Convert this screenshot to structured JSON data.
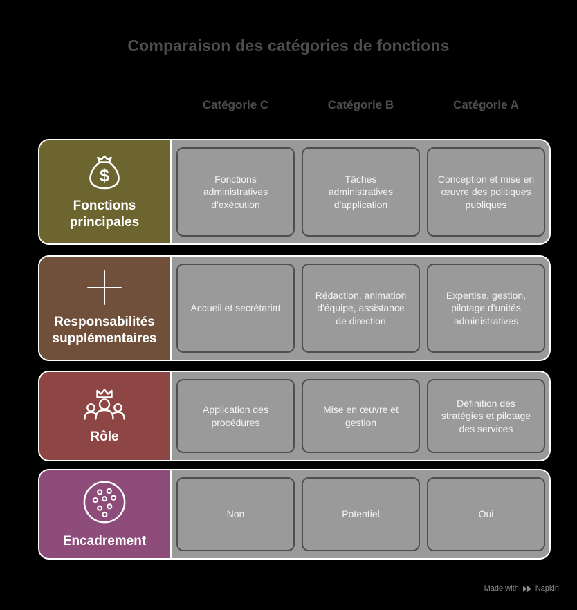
{
  "title": "Comparaison des catégories de fonctions",
  "columns": [
    "Catégorie C",
    "Catégorie B",
    "Catégorie A"
  ],
  "rows": [
    {
      "label": "Fonctions principales",
      "icon": "money-bag-icon",
      "color": "#6C652F",
      "cells": [
        "Fonctions administratives d'exécution",
        "Tâches administratives d'application",
        "Conception et mise en œuvre des politiques publiques"
      ]
    },
    {
      "label": "Responsabilités supplémentaires",
      "icon": "plus-icon",
      "color": "#70503A",
      "cells": [
        "Accueil et secrétariat",
        "Rédaction, animation d'équipe, assistance de direction",
        "Expertise, gestion, pilotage d'unités administratives"
      ]
    },
    {
      "label": "Rôle",
      "icon": "crown-team-icon",
      "color": "#8E4645",
      "cells": [
        "Application des procédures",
        "Mise en œuvre et gestion",
        "Définition des stratégies et pilotage des services"
      ]
    },
    {
      "label": "Encadrement",
      "icon": "cookie-icon",
      "color": "#8D4C79",
      "cells": [
        "Non",
        "Potentiel",
        "Oui"
      ]
    }
  ],
  "footer": {
    "made_with": "Made with",
    "brand": "Napkin",
    "logo_icon": "napkin-logo-icon"
  },
  "colors": {
    "background": "#000000",
    "row_track": "#9A9A9A",
    "row_border": "#FFFFFF",
    "cell_border": "#4F4F4F",
    "cell_text": "#F4F4F4",
    "heading_text": "#4D4D4D",
    "footer_text": "#8A8A8A"
  }
}
